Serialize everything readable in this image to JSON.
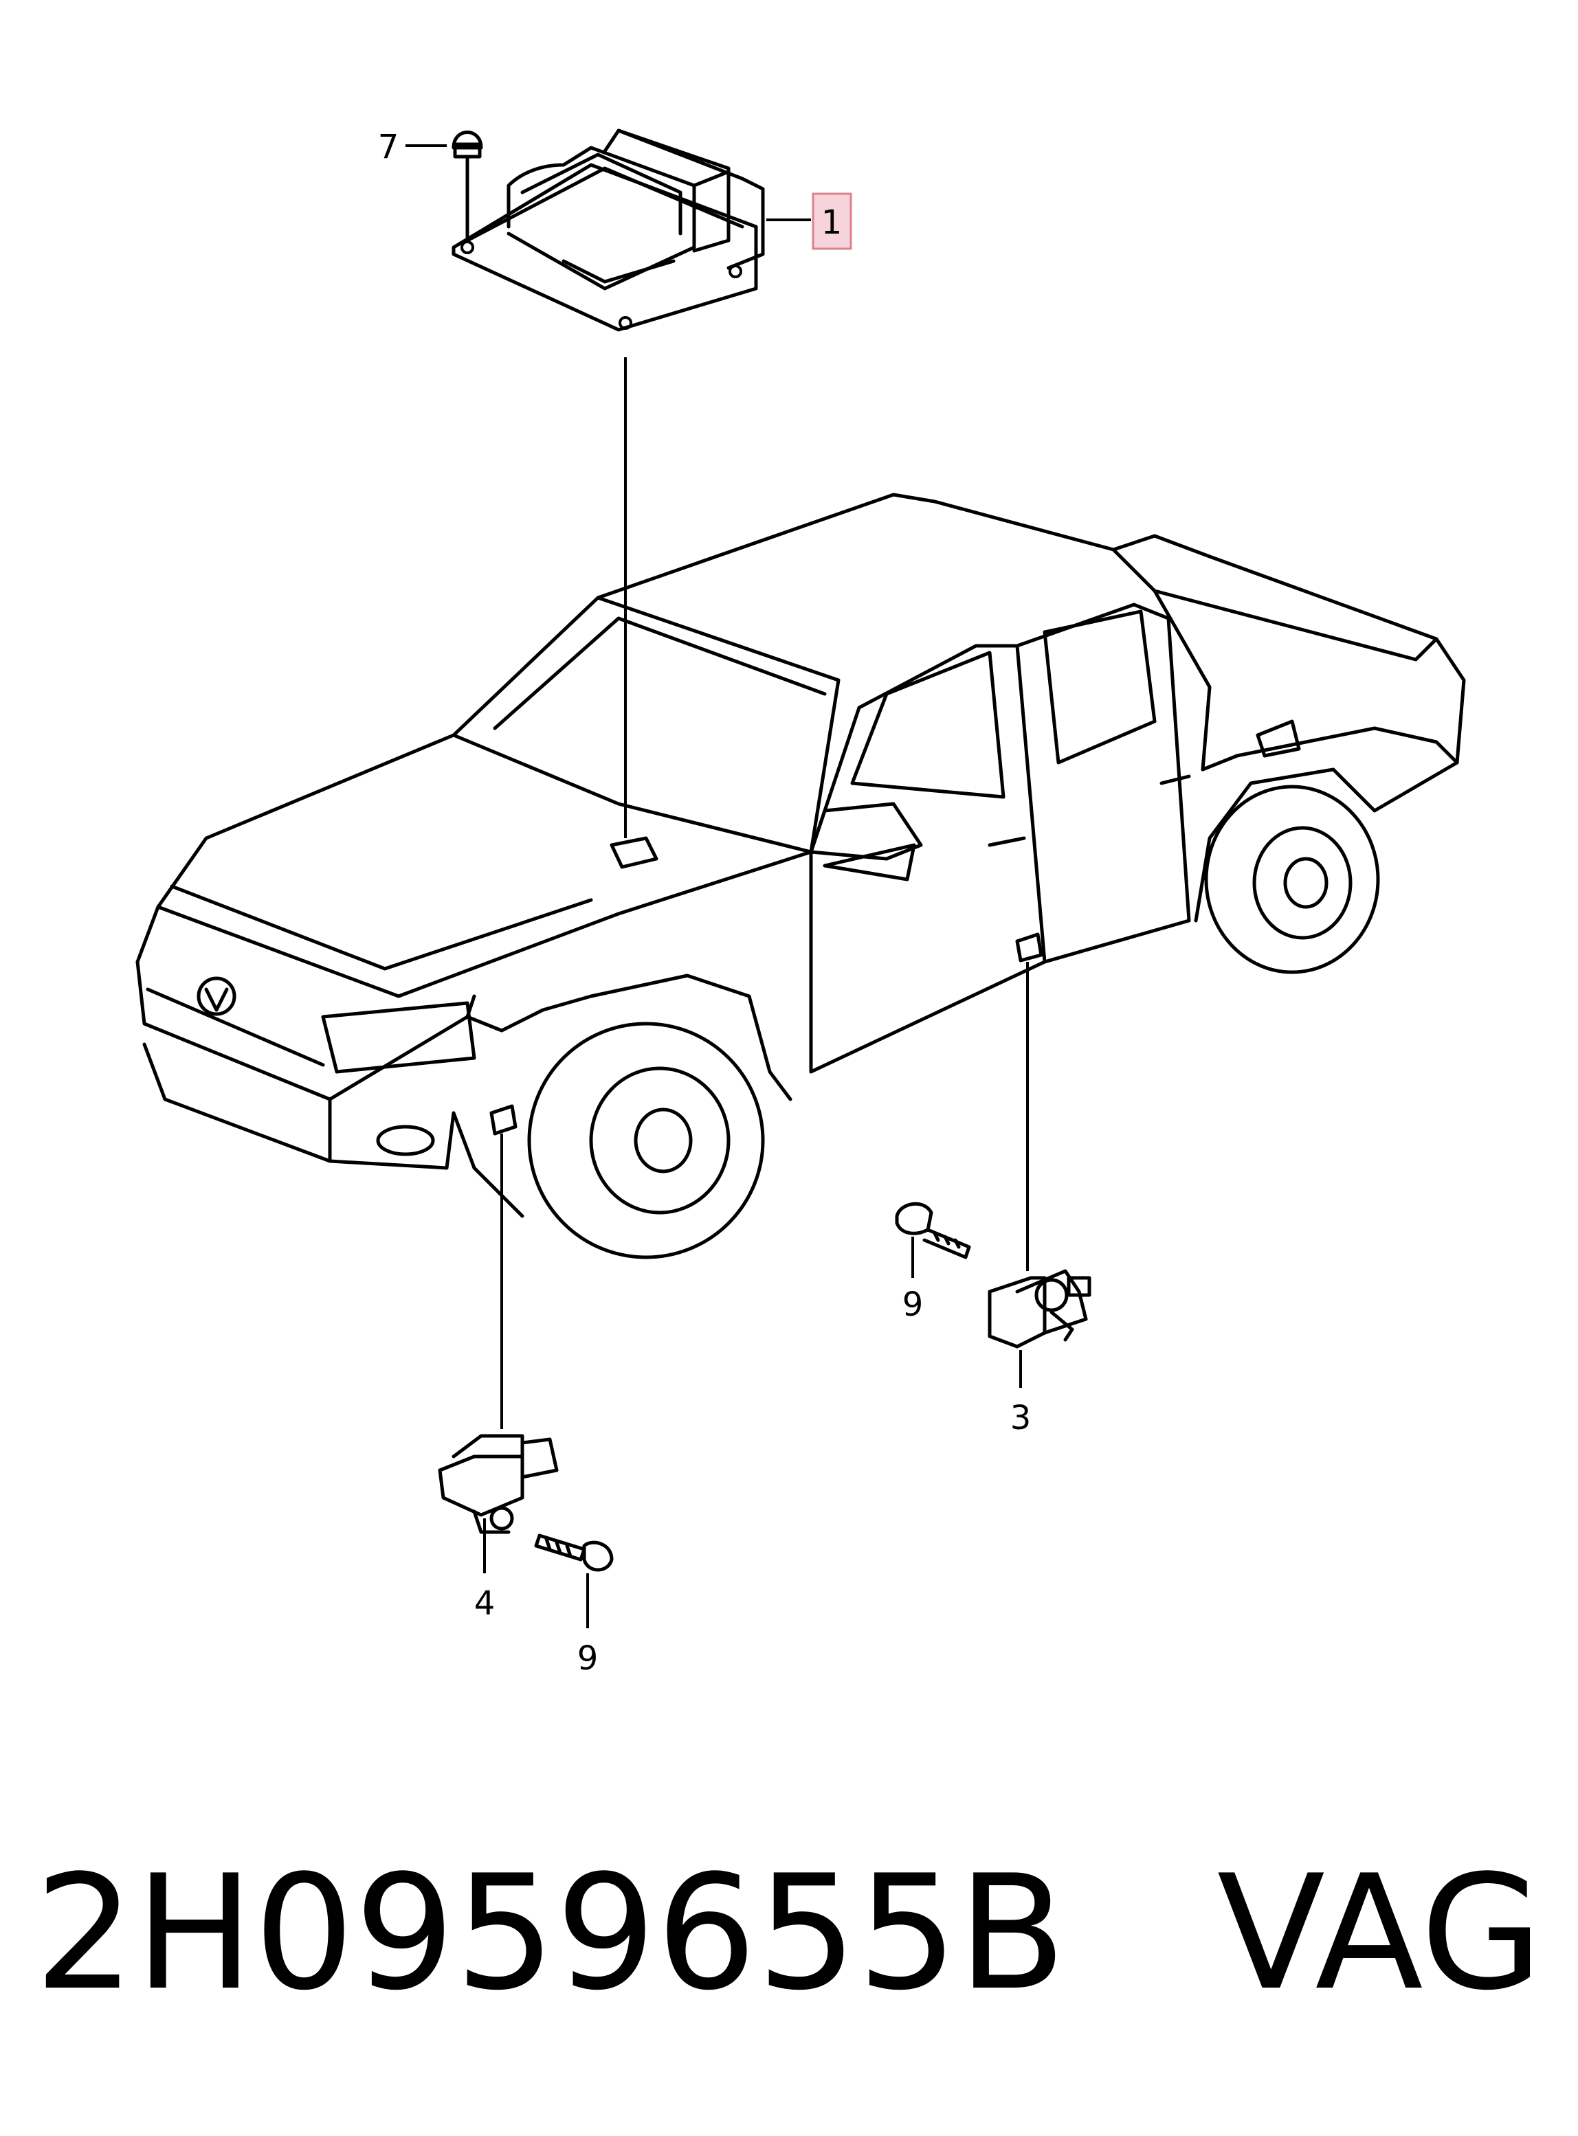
{
  "diagram": {
    "callouts": {
      "part_1": "1",
      "part_3": "3",
      "part_4": "4",
      "part_7": "7",
      "part_9_upper": "9",
      "part_9_lower": "9"
    },
    "highlight_color": "#f7d4dc",
    "highlight_border": "#d9828f",
    "stroke_color": "#000000"
  },
  "caption": {
    "part_number": "2H0959655B",
    "brand": "VAG",
    "full": "2H0959655B   VAG"
  }
}
